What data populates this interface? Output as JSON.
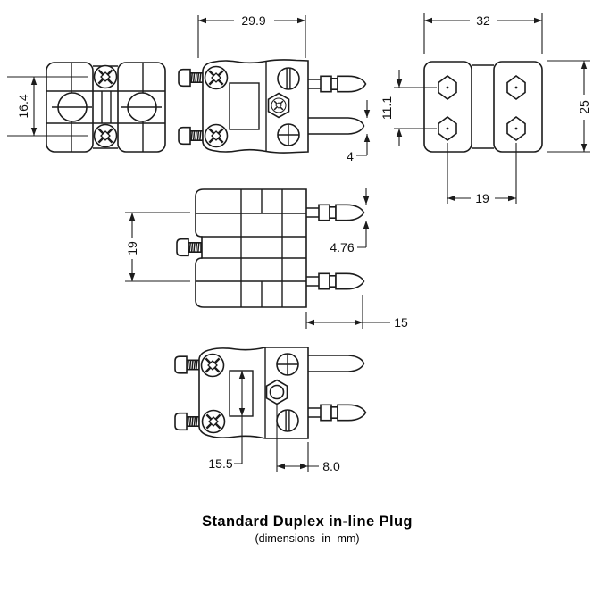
{
  "drawing": {
    "title": "Standard Duplex in-line Plug",
    "subtitle": "(dimensions in mm)",
    "dimensions": {
      "screw_spacing_front": "16.4",
      "body_length": "29.9",
      "flat_pin_width": "4",
      "rear_width": "32",
      "pin_vertical_spacing": "11.1",
      "rear_height": "25",
      "rear_hole_spacing": "19",
      "pin_center_spacing": "19",
      "round_pin_diameter": "4.76",
      "pin_length": "15",
      "window_length": "15.5",
      "nut_to_edge": "8.0"
    }
  }
}
